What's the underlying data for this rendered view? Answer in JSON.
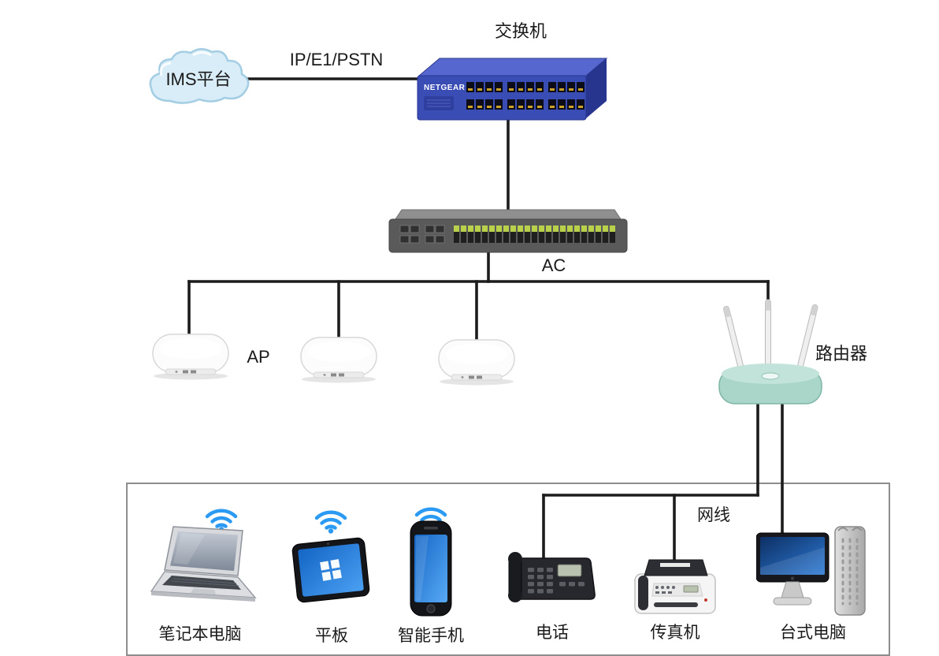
{
  "labels": {
    "ims": "IMS平台",
    "uplink": "IP/E1/PSTN",
    "switch": "交换机",
    "switch_brand": "NETGEAR",
    "ac": "AC",
    "ap": "AP",
    "router": "路由器",
    "cable": "网线",
    "laptop": "笔记本电脑",
    "tablet": "平板",
    "smartphone": "智能手机",
    "phone": "电话",
    "fax": "传真机",
    "desktop": "台式电脑"
  },
  "colors": {
    "line": "#1c1c1c",
    "cloud_fill": "#d9edf8",
    "switch_body": "#3a4db5",
    "ac_body": "#5a5a5a",
    "ap_body": "#fcfcfc",
    "router_body": "#a9d6c9",
    "wifi_blue": "#2b9af3",
    "screen_blue": "#2f8fe8"
  }
}
